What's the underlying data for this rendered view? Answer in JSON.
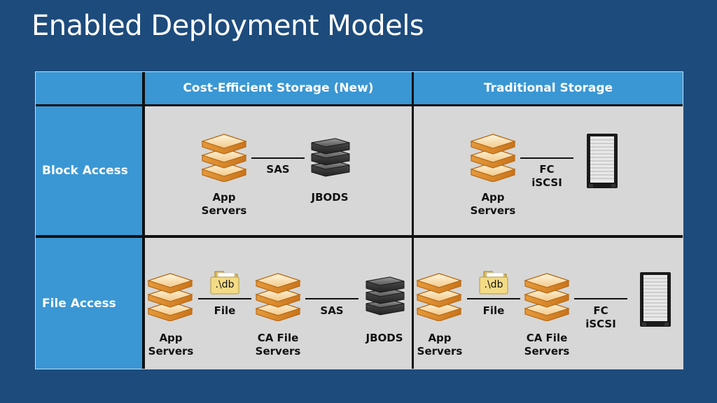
{
  "title": "Enabled Deployment Models",
  "columns": [
    "Cost-Efficient Storage (New)",
    "Traditional Storage"
  ],
  "rows": [
    "Block Access",
    "File Access"
  ],
  "block": {
    "new": {
      "app": "App\nServers",
      "link": "SAS",
      "target": "JBODS"
    },
    "trad": {
      "app": "App\nServers",
      "link": "FC\niSCSI"
    }
  },
  "file": {
    "new": {
      "app": "App\nServers",
      "link1": "File",
      "folder": ".\\db",
      "ca": "CA File\nServers",
      "link2": "SAS",
      "target": "JBODS"
    },
    "trad": {
      "app": "App\nServers",
      "link1": "File",
      "folder": ".\\db",
      "ca": "CA File\nServers",
      "link2": "FC\niSCSI"
    }
  }
}
